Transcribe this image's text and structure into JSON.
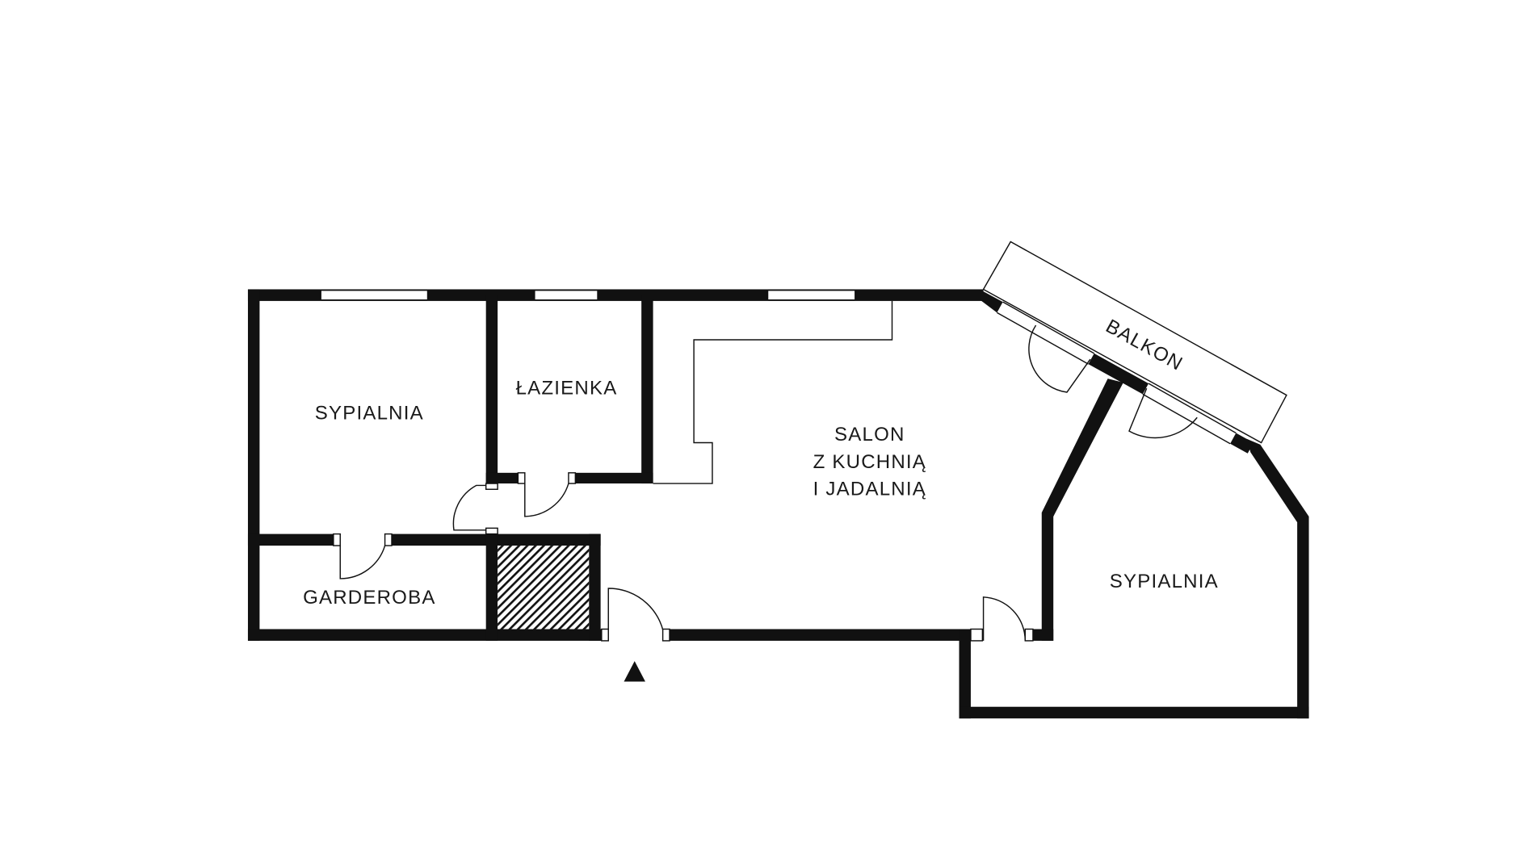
{
  "floor_plan": {
    "rooms": [
      {
        "id": "bedroom-1",
        "label": "SYPIALNIA"
      },
      {
        "id": "bathroom",
        "label": "ŁAZIENKA"
      },
      {
        "id": "living",
        "label_lines": [
          "SALON",
          "Z KUCHNIĄ",
          "I JADALNIĄ"
        ]
      },
      {
        "id": "wardrobe",
        "label": "GARDEROBA"
      },
      {
        "id": "bedroom-2",
        "label": "SYPIALNIA"
      },
      {
        "id": "balcony",
        "label": "BALKON"
      }
    ],
    "entrance_marker": "entrance-arrow-icon",
    "colors": {
      "wall": "#111111",
      "background": "#ffffff"
    }
  }
}
